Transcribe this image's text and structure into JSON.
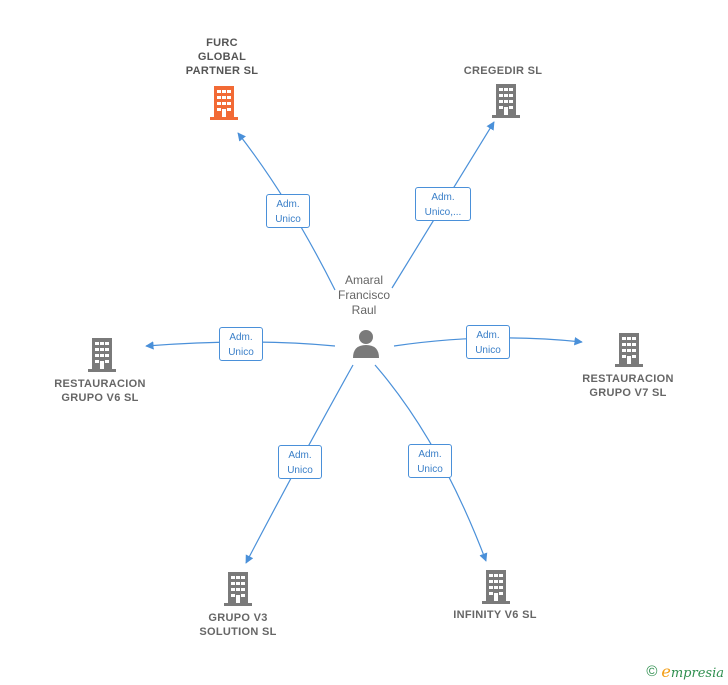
{
  "person": {
    "label": "Amaral\nFrancisco\nRaul",
    "icon": "person-icon"
  },
  "companies": [
    {
      "id": "furc",
      "label": "FURC\nGLOBAL\nPARTNER SL",
      "color": "#f26a35",
      "icon": "building-icon"
    },
    {
      "id": "cregedir",
      "label": "CREGEDIR SL",
      "color": "#7a7a7a",
      "icon": "building-icon"
    },
    {
      "id": "restv6",
      "label": "RESTAURACION\nGRUPO V6 SL",
      "color": "#7a7a7a",
      "icon": "building-icon"
    },
    {
      "id": "restv7",
      "label": "RESTAURACION\nGRUPO V7 SL",
      "color": "#7a7a7a",
      "icon": "building-icon"
    },
    {
      "id": "grupov3",
      "label": "GRUPO V3\nSOLUTION SL",
      "color": "#7a7a7a",
      "icon": "building-icon"
    },
    {
      "id": "infinity",
      "label": "INFINITY V6 SL",
      "color": "#7a7a7a",
      "icon": "building-icon"
    }
  ],
  "roles": [
    {
      "target": "furc",
      "label": "Adm.\nUnico"
    },
    {
      "target": "cregedir",
      "label": "Adm.\nUnico,..."
    },
    {
      "target": "restv6",
      "label": "Adm.\nUnico"
    },
    {
      "target": "restv7",
      "label": "Adm.\nUnico"
    },
    {
      "target": "grupov3",
      "label": "Adm.\nUnico"
    },
    {
      "target": "infinity",
      "label": "Adm.\nUnico"
    }
  ],
  "colors": {
    "edge": "#4a90d9",
    "highlight": "#f26a35",
    "neutral": "#7a7a7a"
  },
  "footer": {
    "copyright": "©",
    "brand_initial": "e",
    "brand_rest": "mpresia"
  }
}
